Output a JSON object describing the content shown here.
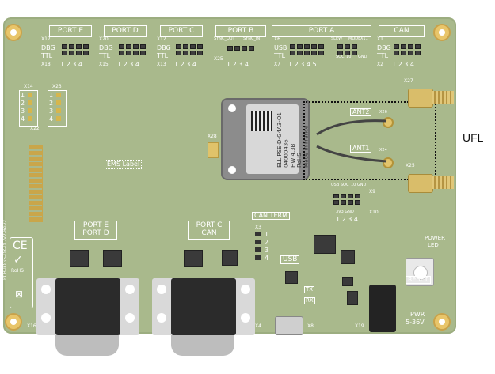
{
  "ports": [
    {
      "label": "PORT E",
      "id": "X17",
      "row1": "DBG",
      "row2": "TTL",
      "pins": "1 2 3 4",
      "id2": "X18"
    },
    {
      "label": "PORT D",
      "id": "X20",
      "row1": "DBG",
      "row2": "TTL",
      "pins": "1 2 3 4",
      "id2": "X15"
    },
    {
      "label": "PORT C",
      "id": "X12",
      "row1": "DBG",
      "row2": "TTL",
      "pins": "1 2 3 4",
      "id2": "X13"
    },
    {
      "label": "PORT B",
      "id": "",
      "row1": "SYNC_OUT",
      "row2": "SYNC_IN",
      "pins": "1 2 3 4",
      "id2": "X25"
    },
    {
      "label": "PORT A",
      "id": "X6",
      "row1": "USB",
      "row2": "TTL",
      "pins": "1 2 3 4 5",
      "id2": "X7"
    },
    {
      "label": "CAN",
      "id": "X1",
      "row1": "DBG",
      "row2": "TTL",
      "pins": "1 2 3 4",
      "id2": "X2"
    }
  ],
  "porta_extra": {
    "sleep": "SLEW",
    "mode": "MODE",
    "x11": "X11",
    "soc": "SOC_10",
    "gnd": "GND"
  },
  "left_headers": {
    "x14": "X14",
    "x23": "X23",
    "x22": "X22",
    "nums": [
      "1",
      "2",
      "3",
      "4"
    ]
  },
  "module": {
    "text": "ELLIPSE-D-G4A3-O1",
    "serial": "04000436",
    "line2": "HW 4.3B",
    "rohs": "RoHS",
    "origin": "Made in France"
  },
  "antennas": {
    "ant2": "ANT2",
    "ant1": "ANT1",
    "x26": "X26",
    "x24": "X24",
    "x27": "X27",
    "x25": "X25"
  },
  "ufl": {
    "label": "UFL"
  },
  "labels": {
    "ems": "EMS Label",
    "x28": "X28",
    "port_ed": "PORT E\nPORT D",
    "port_ed_1": "PORT E",
    "port_ed_2": "PORT D",
    "port_ccan_1": "PORT C",
    "port_ccan_2": "CAN",
    "can_term": "CAN TERM",
    "x3": "X3",
    "can_pins": [
      "1",
      "2",
      "3",
      "4"
    ],
    "usb": "USB",
    "tx": "TX",
    "rx": "RX",
    "reset": "RESET",
    "power_led_1": "POWER",
    "power_led_2": "LED",
    "pwr_1": "PWR",
    "pwr_2": "5-36V",
    "x9": "X9",
    "x10": "X10",
    "x9_top": "USB  SOC_10  GND",
    "x9_bottom": "3V3  GND",
    "x9_pins": "1 2 3 4",
    "x16": "X16",
    "x4": "X4",
    "x8": "X8",
    "x19": "X19",
    "pcb_id": "PCB-IOG5-DK-DL-V2-Rev2",
    "ce": "CE",
    "rohs": "RoHS"
  }
}
